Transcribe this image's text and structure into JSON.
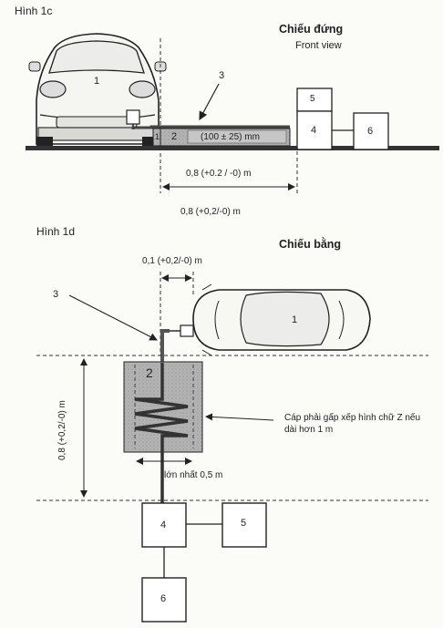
{
  "fig_c": {
    "label": "Hình 1c",
    "title": "Chiếu đứng",
    "subtitle": "Front view",
    "callout_3": "3",
    "car_num": "1",
    "mat_num": "2",
    "mat_dim": "(100 ± 25) mm",
    "mat_edge_label": "1",
    "box4": "4",
    "box5": "5",
    "box6": "6",
    "dim_08": "0,8 (+0.2 / -0) m",
    "dim_08_below": "0,8 (+0,2/-0) m"
  },
  "fig_d": {
    "label": "Hình 1d",
    "title": "Chiếu bằng",
    "dim_01": "0,1 (+0,2/-0) m",
    "callout_3": "3",
    "car_num": "1",
    "mat_num": "2",
    "dim_vertical": "0,8 (+0,2/-0) m",
    "note": "Cáp phải gấp xếp hình chữ Z nếu dài hơn 1 m",
    "dim_max": "lớn nhất 0,5 m",
    "box4": "4",
    "box5": "5",
    "box6": "6"
  }
}
